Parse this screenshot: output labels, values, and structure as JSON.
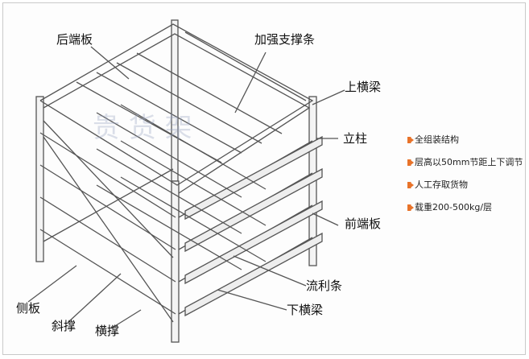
{
  "diagram": {
    "labels": {
      "rear_end_plate": "后端板",
      "reinforcing_brace": "加强支撑条",
      "upper_beam": "上横梁",
      "column": "立柱",
      "front_end_plate": "前端板",
      "flow_strip": "流利条",
      "lower_beam": "下横梁",
      "side_plate": "侧板",
      "diagonal_brace": "斜撑",
      "horizontal_brace": "横撑"
    },
    "watermark": "贵  货  架"
  },
  "features": [
    "全组装结构",
    "层高以50mm节距上下调节",
    "人工存取货物",
    "载重200-500kg/层"
  ],
  "colors": {
    "bullet": "#e8732a",
    "line": "#555555"
  }
}
